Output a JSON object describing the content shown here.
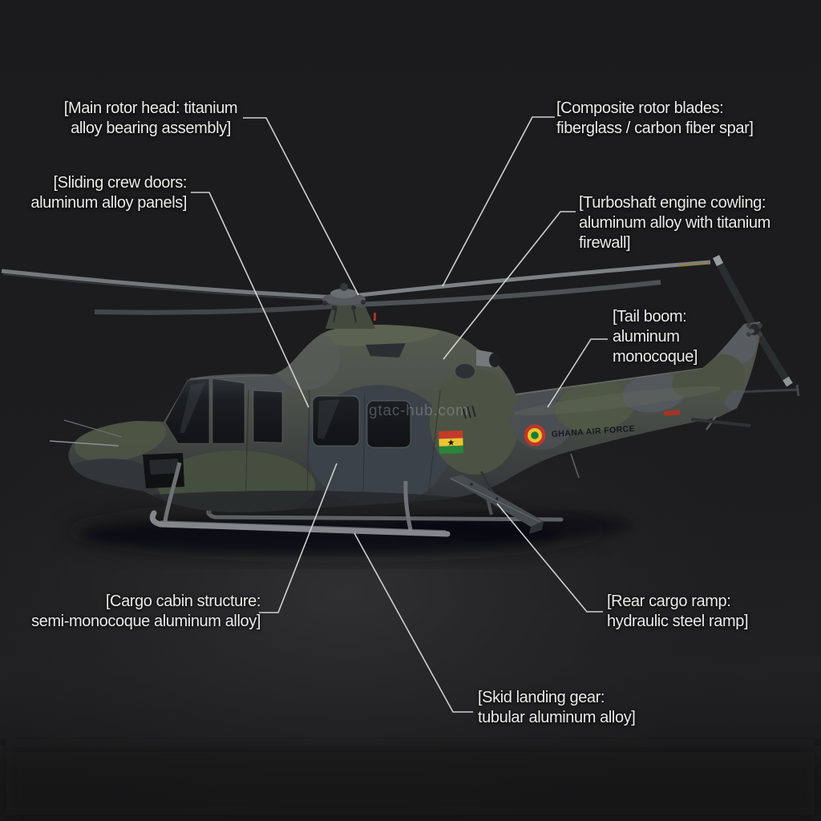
{
  "scene": {
    "watermark": "gtac-hub.com",
    "marking_text": "GHANA AIR FORCE"
  },
  "annotations": {
    "main_rotor_head": {
      "line1": "[Main rotor head: titanium",
      "line2": "alloy bearing assembly]"
    },
    "composite_rotor_blades": {
      "line1": "[Composite rotor blades:",
      "line2": "fiberglass / carbon fiber spar]"
    },
    "sliding_crew_doors": {
      "line1": "[Sliding crew doors:",
      "line2": "aluminum alloy panels]"
    },
    "turboshaft_engine_cowling": {
      "line1": "[Turboshaft engine cowling:",
      "line2": "aluminum alloy with titanium",
      "line3": "firewall]"
    },
    "tail_boom": {
      "line1": "[Tail boom:",
      "line2": "aluminum",
      "line3": "monocoque]"
    },
    "cargo_cabin_structure": {
      "line1": "[Cargo cabin structure:",
      "line2": "semi-monocoque aluminum alloy]"
    },
    "rear_cargo_ramp": {
      "line1": "[Rear cargo ramp:",
      "line2": "hydraulic steel ramp]"
    },
    "skid_landing_gear": {
      "line1": "[Skid landing gear:",
      "line2": "tubular aluminum alloy]"
    }
  },
  "colors": {
    "label_text": "#ecebe8",
    "leader_line": "#d9d9d9",
    "flag_red": "#c43a2b",
    "flag_gold": "#e9c531",
    "flag_green": "#27863b",
    "flag_black": "#141414",
    "roundel_red": "#bf3627",
    "roundel_gold": "#e9c531",
    "roundel_green": "#1f7a33",
    "marking_color": "#16181c",
    "background": "#1c1c1e"
  }
}
